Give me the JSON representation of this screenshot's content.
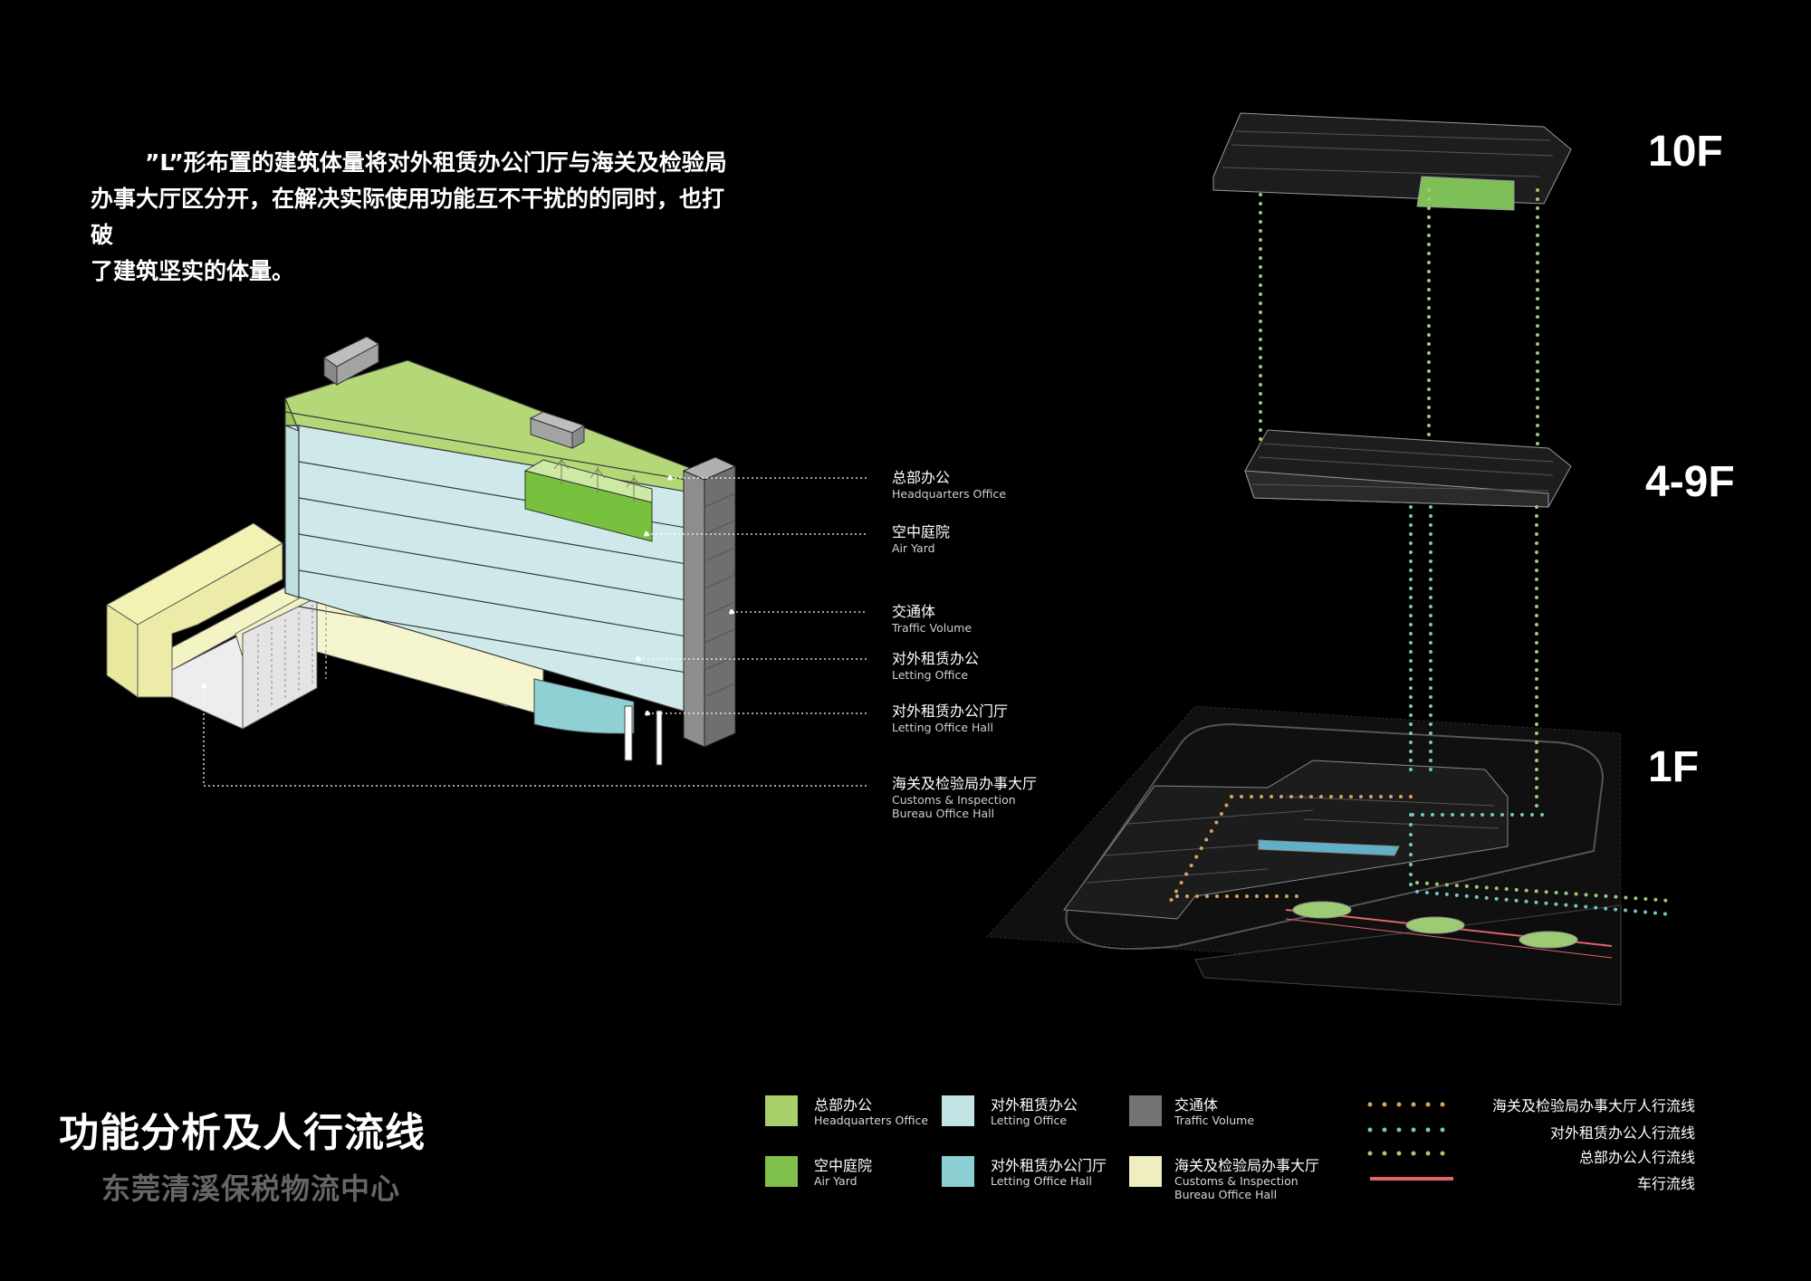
{
  "intro": {
    "line1": "”L”形布置的建筑体量将对外租赁办公门厅与海关及检验局",
    "line2": "办事大厅区分开，在解决实际使用功能互不干扰的的同时，也打破",
    "line3": "了建筑坚实的体量。"
  },
  "title": "功能分析及人行流线",
  "subtitle": "东莞清溪保税物流中心",
  "floors": {
    "f10": "10F",
    "f4_9": "4-9F",
    "f1": "1F"
  },
  "callouts": [
    {
      "zh": "总部办公",
      "en": "Headquarters Office"
    },
    {
      "zh": "空中庭院",
      "en": "Air Yard"
    },
    {
      "zh": "交通体",
      "en": "Traffic Volume"
    },
    {
      "zh": "对外租赁办公",
      "en": "Letting Office"
    },
    {
      "zh": "对外租赁办公门厅",
      "en": "Letting Office Hall"
    },
    {
      "zh": "海关及检验局办事大厅",
      "en": "Customs & Inspection",
      "en2": "Bureau Office Hall"
    }
  ],
  "legend": {
    "items": [
      {
        "zh": "总部办公",
        "en": "Headquarters Office",
        "color": "#a9cf6a"
      },
      {
        "zh": "对外租赁办公",
        "en": "Letting Office",
        "color": "#c2e3e3"
      },
      {
        "zh": "交通体",
        "en": "Traffic Volume",
        "color": "#737373"
      },
      {
        "zh": "空中庭院",
        "en": "Air Yard",
        "color": "#7fc04a"
      },
      {
        "zh": "对外租赁办公门厅",
        "en": "Letting Office Hall",
        "color": "#8ccfd2"
      },
      {
        "zh": "海关及检验局办事大厅",
        "en": "Customs & Inspection",
        "en2": "Bureau Office Hall",
        "color": "#eeeec0"
      }
    ],
    "flows": [
      {
        "label": "海关及检验局办事大厅人行流线",
        "color": "#d9a25e"
      },
      {
        "label": "对外租赁办公人行流线",
        "color": "#74c6bf"
      },
      {
        "label": "总部办公人行流线",
        "color": "#9ccb74"
      },
      {
        "label": "车行流线",
        "color": "#e0656b"
      }
    ]
  }
}
